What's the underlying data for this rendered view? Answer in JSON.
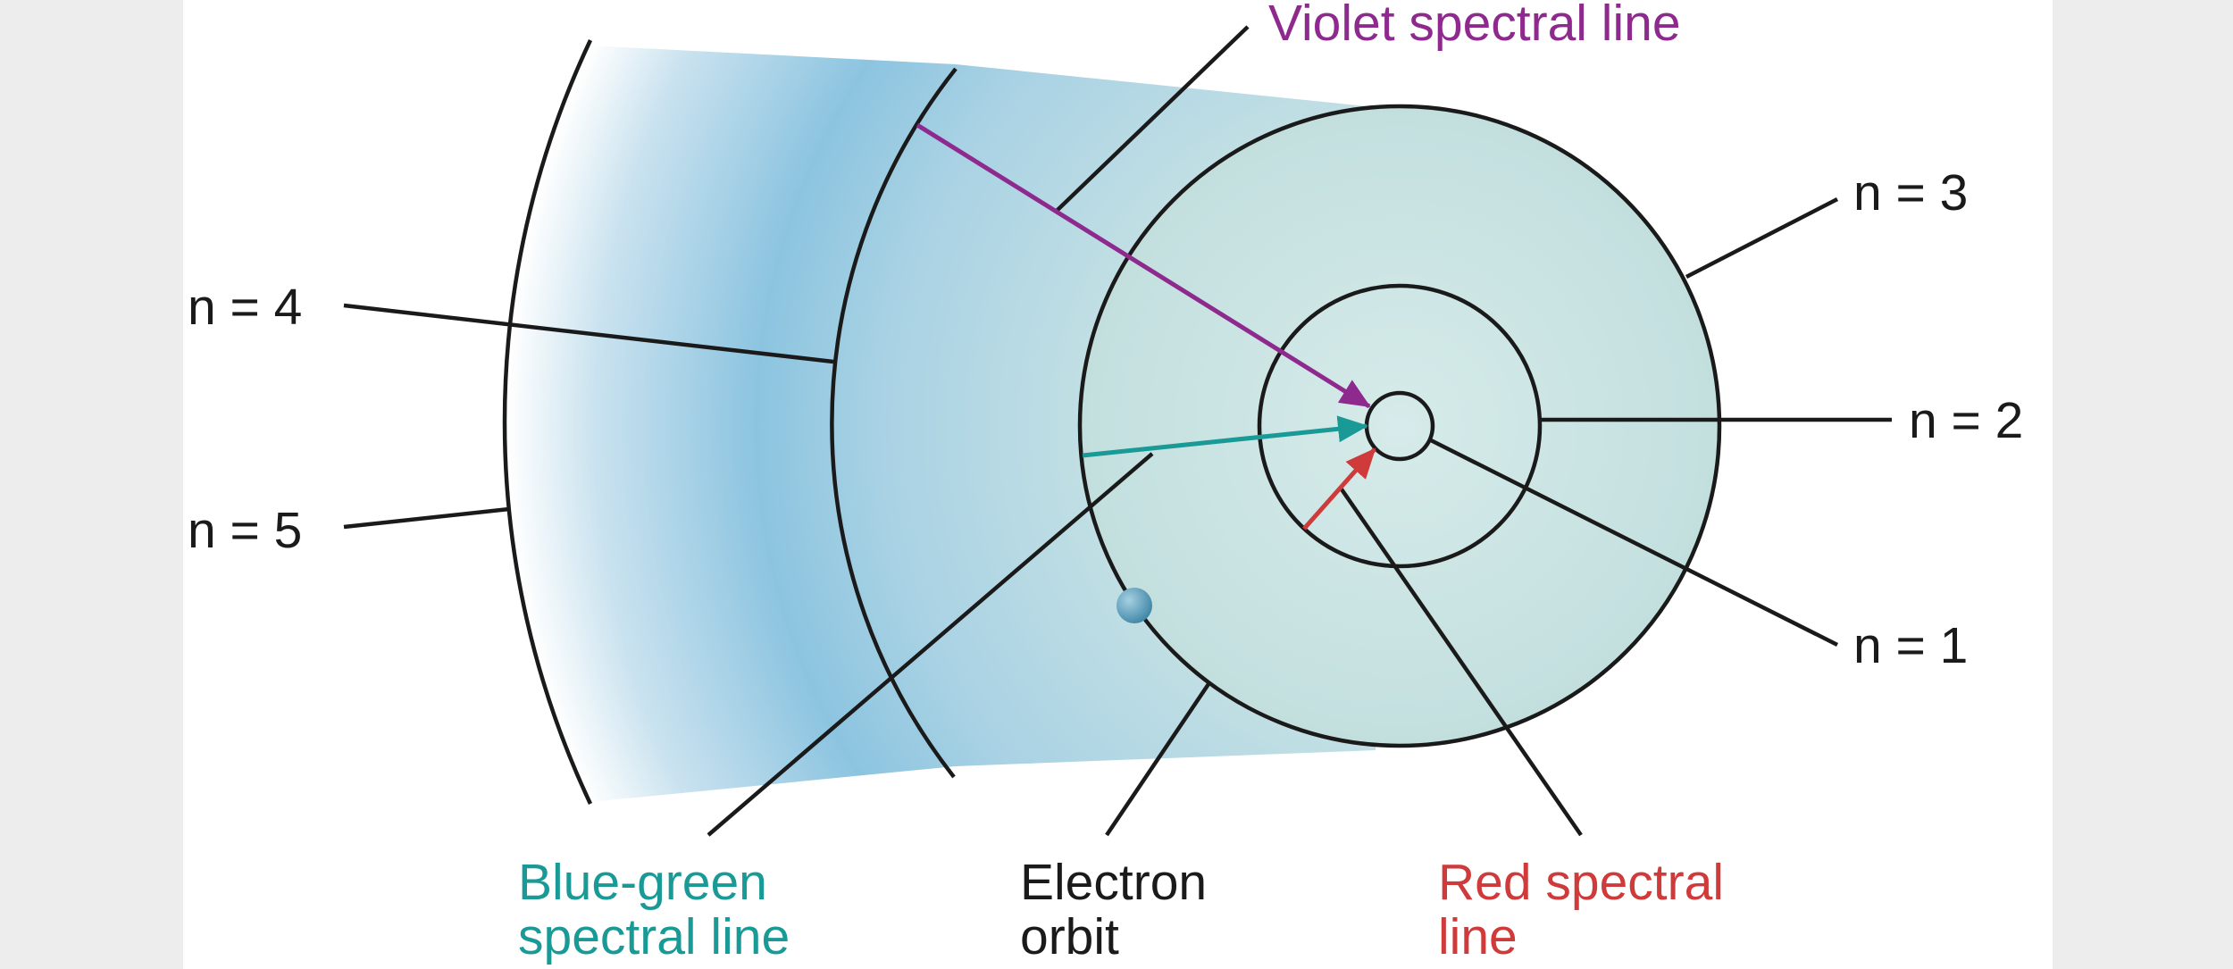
{
  "labels": {
    "violet": "Violet spectral line",
    "n3": "n = 3",
    "n4": "n = 4",
    "n2": "n = 2",
    "n5": "n = 5",
    "n1": "n = 1",
    "blue_green_line1": "Blue-green",
    "blue_green_line2": "spectral line",
    "electron_line1": "Electron",
    "electron_line2": "orbit",
    "red_line1": "Red spectral",
    "red_line2": "line"
  },
  "colors": {
    "violet": "#8e2a8e",
    "blue_green": "#1a9a96",
    "red": "#cf3a3a",
    "text": "#1a1a1a",
    "orbit": "#1a1a1a",
    "inner_fill": "#c7e2e1",
    "glow_blue": "#8cc4e0",
    "electron": "#4a92b0",
    "background": "#ededed",
    "panel": "#ffffff"
  }
}
